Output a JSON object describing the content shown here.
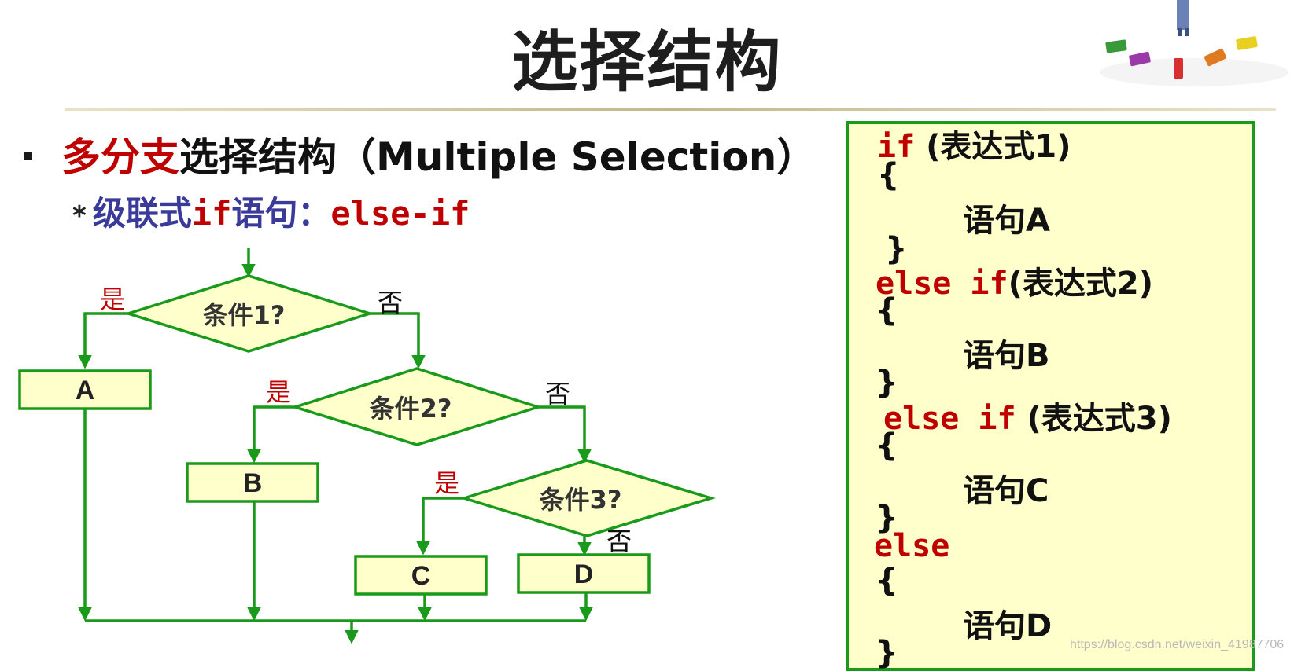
{
  "title": "选择结构",
  "heading": {
    "red": "多分支",
    "rest": "选择结构（Multiple Selection）"
  },
  "subheading": {
    "star": "*",
    "blue1": "级联式",
    "code1": "if",
    "blue2": "语句：",
    "code2": "else-if"
  },
  "flowchart": {
    "conditions": [
      "条件1?",
      "条件2?",
      "条件3?"
    ],
    "boxes": [
      "A",
      "B",
      "C",
      "D"
    ],
    "yes_label": "是",
    "no_label": "否"
  },
  "code": {
    "line1_kw": "if",
    "line1_rest": " (表达式1)",
    "open": "{",
    "close": "}",
    "stmtA": "语句A",
    "line2_kw": "else if",
    "line2_rest": "(表达式2)",
    "stmtB": "语句B",
    "line3_kw": "else if",
    "line3_rest": " (表达式3)",
    "stmtC": "语句C",
    "else_kw": "else",
    "stmtD": "语句D"
  },
  "watermark": "https://blog.csdn.net/weixin_41987706",
  "colors": {
    "accent_red": "#c00000",
    "flow_green": "#1a9a1a",
    "fill_yellow": "#ffffcc",
    "heading_blue": "#3a3a9a"
  }
}
